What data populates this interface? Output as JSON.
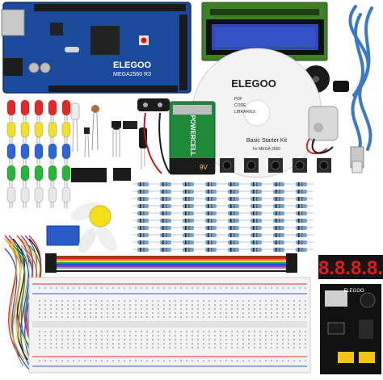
{
  "arduino": {
    "brand": "ELEGOO",
    "model": "MEGA2560 R3"
  },
  "cd": {
    "brand": "ELEGOO",
    "line1": "PDF",
    "line2": "CODE",
    "line3": "LIBRARIES",
    "title": "Basic Starter Kit",
    "subtitle": "for MEGA 2560"
  },
  "battery": {
    "label": "POWERCELL",
    "voltage": "9V"
  },
  "power_module": {
    "brand": "ELEGOO"
  },
  "seven_segment": {
    "digits": "8.8.8.8."
  },
  "colors": {
    "pcb_blue": "#1b4a9c",
    "lcd_green": "#3f7f25",
    "lcd_screen": "#2f49b8",
    "battery_green": "#1e8a3a",
    "usb_cable": "#3b78c8"
  }
}
